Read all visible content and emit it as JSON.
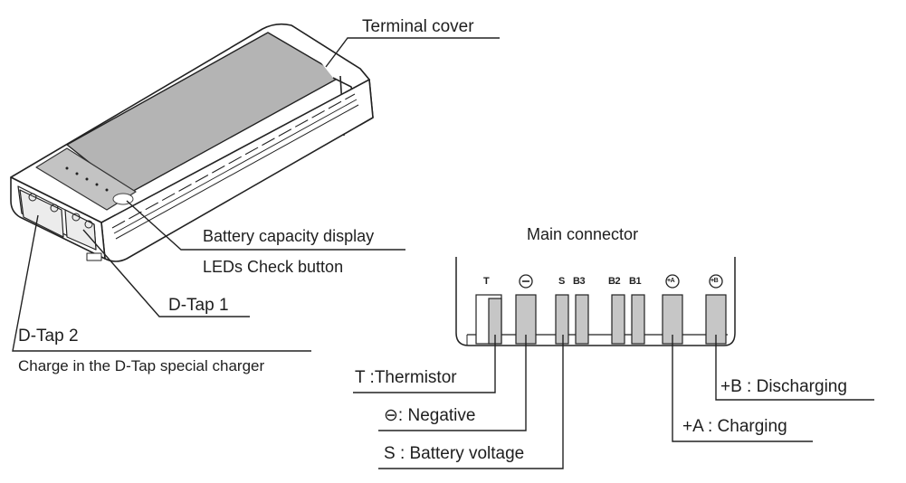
{
  "battery": {
    "terminal_cover": "Terminal cover",
    "capacity_display": "Battery capacity display",
    "check_button": "LEDs Check button",
    "dtap1": "D-Tap 1",
    "dtap2": "D-Tap 2",
    "dtap2_note": "Charge in the D-Tap special charger"
  },
  "connector": {
    "title": "Main connector",
    "pins": {
      "t": "T",
      "neg": "⊖",
      "s": "S",
      "b3": "B3",
      "b2": "B2",
      "b1": "B1",
      "plus_a": "+A",
      "plus_b": "+B"
    },
    "legend": {
      "thermistor": "T :Thermistor",
      "negative": "⊖: Negative",
      "battery_voltage": "S : Battery voltage",
      "charging": "+A : Charging",
      "discharging": "+B : Discharging"
    }
  },
  "colors": {
    "face": "#b4b4b4",
    "pin": "#c6c6c6",
    "stroke": "#222222"
  }
}
